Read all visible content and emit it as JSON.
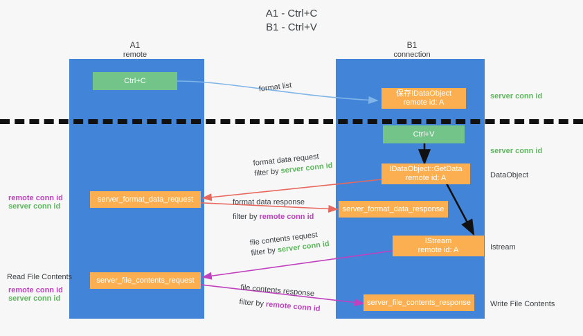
{
  "diagram": {
    "title_lines": [
      "A1 - Ctrl+C",
      "B1 - Ctrl+V"
    ],
    "columns": [
      {
        "name": "A1",
        "sub": "remote"
      },
      {
        "name": "B1",
        "sub": "connection"
      }
    ],
    "nodes": [
      {
        "id": "ctrl-c",
        "label": "Ctrl+C",
        "sub": "",
        "color": "#72c489"
      },
      {
        "id": "save-idataobject",
        "label": "保存IDataObject",
        "sub": "remote id: A",
        "color": "#fcaf50"
      },
      {
        "id": "ctrl-v",
        "label": "Ctrl+V",
        "sub": "",
        "color": "#72c489"
      },
      {
        "id": "idataobject-getdata",
        "label": "IDataObject::GetData",
        "sub": "remote id: A",
        "color": "#fcaf50"
      },
      {
        "id": "server-format-data-request",
        "label": "server_format_data_request",
        "sub": "",
        "color": "#fcaf50"
      },
      {
        "id": "server-format-data-response",
        "label": "server_format_data_response",
        "sub": "",
        "color": "#fcaf50"
      },
      {
        "id": "istream",
        "label": "IStream",
        "sub": "remote id: A",
        "color": "#fcaf50"
      },
      {
        "id": "server-file-contents-request",
        "label": "server_file_contents_request",
        "sub": "",
        "color": "#fcaf50"
      },
      {
        "id": "server-file-contents-response",
        "label": "server_file_contents_response",
        "sub": "",
        "color": "#fcaf50"
      }
    ],
    "edge_labels": {
      "format_list": "format list",
      "format_data_request": "format data request",
      "format_data_request_filter_prefix": "filter by ",
      "format_data_request_filter_value": "server conn id",
      "format_data_response": "format data response",
      "format_data_response_filter_prefix": "filter by ",
      "format_data_response_filter_value": "remote conn id",
      "file_contents_request": "file contents request",
      "file_contents_request_filter_prefix": "filter by ",
      "file_contents_request_filter_value": "server conn id",
      "file_contents_response": "file contents response",
      "file_contents_response_filter_prefix": "filter by ",
      "file_contents_response_filter_value": "remote conn id"
    },
    "right_labels": [
      {
        "text": "server conn id",
        "style": "green"
      },
      {
        "text": "server conn id",
        "style": "green"
      },
      {
        "text": "DataObject",
        "style": "plain"
      },
      {
        "text": "Istream",
        "style": "plain"
      },
      {
        "text": "Write File Contents",
        "style": "plain"
      }
    ],
    "left_labels": [
      {
        "text": "remote conn id",
        "style": "purple"
      },
      {
        "text": "server conn id",
        "style": "green"
      },
      {
        "text": "Read File Contents",
        "style": "plain"
      },
      {
        "text": "remote conn id",
        "style": "purple"
      },
      {
        "text": "server conn id",
        "style": "green"
      }
    ],
    "colors": {
      "lane": "#4285d8",
      "green_node": "#72c489",
      "orange_node": "#fcaf50",
      "arrow_blue": "#7fb5e8",
      "arrow_red": "#e8685d",
      "arrow_magenta": "#c040c0",
      "arrow_black": "#111111",
      "divider": "#111111",
      "background": "#f7f7f7"
    }
  }
}
